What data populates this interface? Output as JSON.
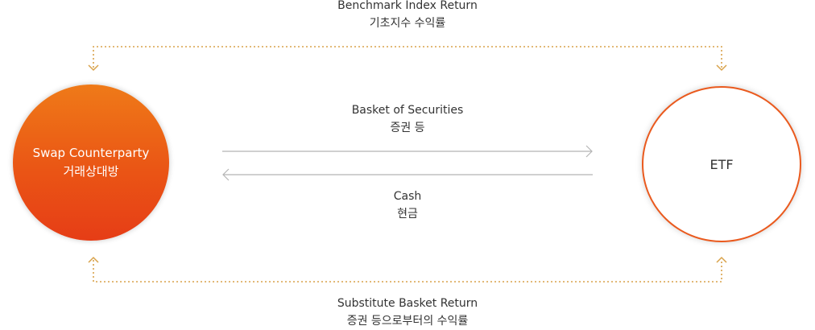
{
  "flows": {
    "benchmark_return": {
      "label_en": "Benchmark Index Return",
      "label_ko": "기초지수 수익률"
    },
    "basket": {
      "label_en": "Basket of Securities",
      "label_ko": "증권 등"
    },
    "cash": {
      "label_en": "Cash",
      "label_ko": "현금"
    },
    "substitute_return": {
      "label_en": "Substitute Basket Return",
      "label_ko": "증권 등으로부터의 수익률"
    }
  },
  "nodes": {
    "swap_counterparty": {
      "label_en": "Swap Counterparty",
      "label_ko": "거래상대방"
    },
    "etf": {
      "label": "ETF"
    }
  },
  "colors": {
    "accent_orange": "#ea5515",
    "gradient_top": "#ef7a18",
    "gradient_bottom": "#e63d16",
    "dotted_line": "#d9a24a",
    "solid_arrow": "#b5b5b5"
  }
}
